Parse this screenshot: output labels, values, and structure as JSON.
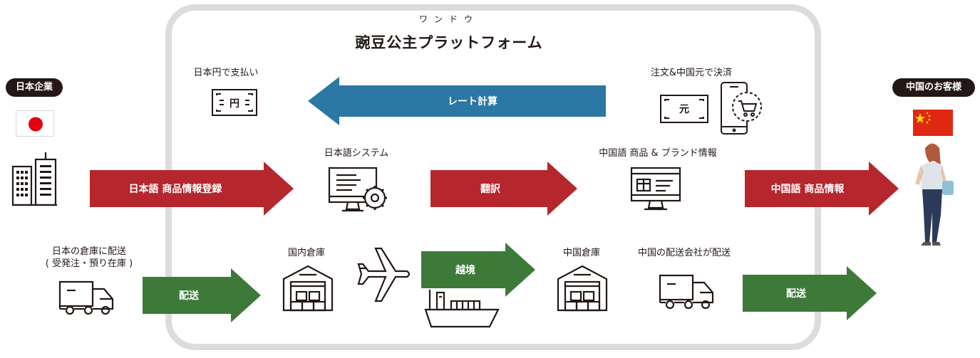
{
  "platform": {
    "ruby": "ワンドウ",
    "title": "豌豆公主プラットフォーム"
  },
  "japan_side": {
    "badge": "日本企業",
    "flag_icon": "japan-flag-icon",
    "building_icon": "office-building-icon"
  },
  "china_side": {
    "badge": "中国のお客様",
    "flag_icon": "china-flag-icon",
    "customer_icon": "woman-shopper-icon"
  },
  "payment_row": {
    "left_label": "日本円で支払い",
    "right_label": "注文&中国元で決済",
    "arrow_label": "レート計算",
    "yen_note_glyph": "円",
    "yuan_note_glyph": "元"
  },
  "info_row": {
    "arrow1_label": "日本語 商品情報登録",
    "system_label": "日本語システム",
    "arrow2_label": "翻訳",
    "chinese_info_label": "中国語 商品 & ブランド情報",
    "arrow3_label": "中国語 商品情報"
  },
  "logistics_row": {
    "jp_warehouse_delivery_line1": "日本の倉庫に配送",
    "jp_warehouse_delivery_line2": "( 受発注・預り在庫 )",
    "arrow1_label": "配送",
    "domestic_warehouse_label": "国内倉庫",
    "cross_border_label": "越境",
    "china_warehouse_label": "中国倉庫",
    "china_delivery_label": "中国の配送会社が配送",
    "arrow2_label": "配送"
  },
  "colors": {
    "red_arrow": "#b5262d",
    "blue_arrow": "#2a78a3",
    "green_arrow": "#3d7a3a",
    "frame": "#dcdcdc",
    "china_red": "#de2910",
    "japan_red": "#e60012"
  }
}
